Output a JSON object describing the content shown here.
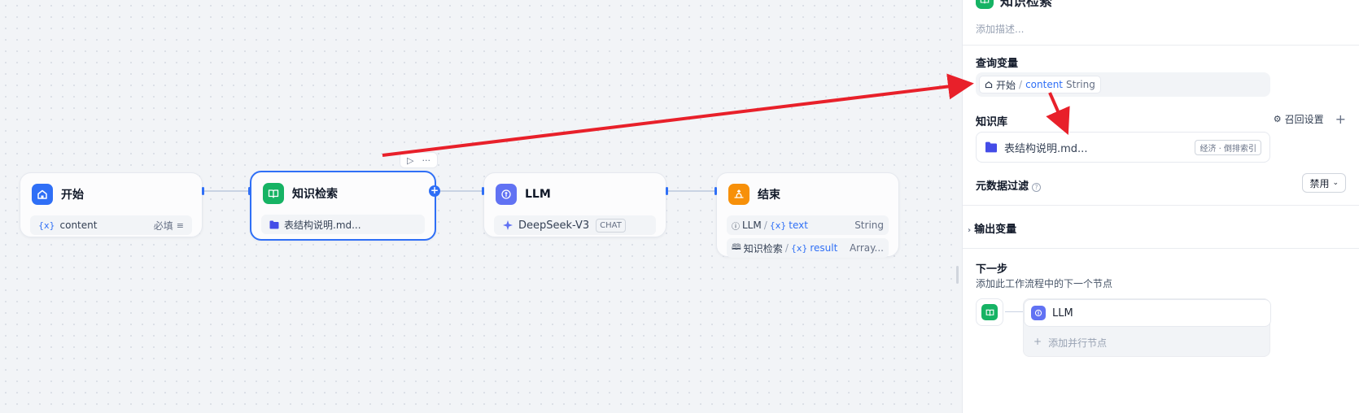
{
  "colors": {
    "primary": "#2f6ff6",
    "start_icon_bg": "#2f6ff6",
    "knowledge_icon_bg": "#16b364",
    "llm_icon_bg": "#6172f3",
    "end_icon_bg": "#f79009",
    "annotation_arrow": "#e8202a"
  },
  "canvas": {
    "nodes": {
      "start": {
        "title": "开始",
        "icon": "home-icon",
        "var_badge": "{x}",
        "var_name": "content",
        "required_label": "必填"
      },
      "knowledge": {
        "title": "知识检索",
        "icon": "book-icon",
        "file": "表结构说明.md..."
      },
      "llm": {
        "title": "LLM",
        "icon": "llm-icon",
        "model": "DeepSeek-V3",
        "model_tag": "CHAT"
      },
      "end": {
        "title": "结束",
        "icon": "end-icon",
        "outputs": [
          {
            "source": "LLM",
            "sep": "/",
            "badge": "{x}",
            "var": "text",
            "type": "String"
          },
          {
            "source": "知识检索",
            "sep": "/",
            "badge": "{x}",
            "var": "result",
            "type": "Array..."
          }
        ]
      }
    }
  },
  "panel": {
    "title": "知识检索",
    "description_placeholder": "添加描述...",
    "query": {
      "label": "查询变量",
      "chip_source": "开始",
      "chip_sep": "/",
      "chip_var": "content",
      "chip_type": "String"
    },
    "knowledge_base": {
      "label": "知识库",
      "recall_settings": "召回设置",
      "add": "+",
      "file": "表结构说明.md...",
      "tag": "经济 · 倒排索引"
    },
    "metadata_filter": {
      "label": "元数据过滤",
      "help": "?",
      "value": "禁用"
    },
    "output_vars": {
      "label": "输出变量"
    },
    "next_step": {
      "label": "下一步",
      "description": "添加此工作流程中的下一个节点",
      "next_node": "LLM",
      "add_parallel": "添加并行节点"
    }
  }
}
